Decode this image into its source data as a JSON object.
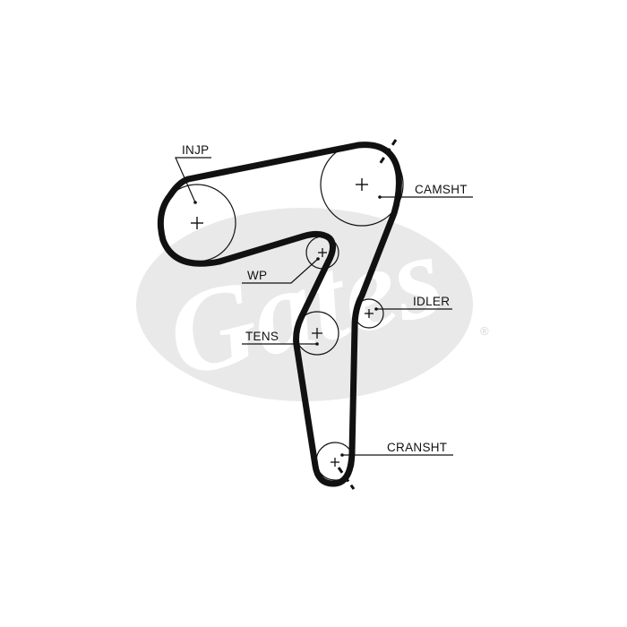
{
  "watermark": {
    "brand": "Gates",
    "registered": "®",
    "color": "#e6e6e6"
  },
  "pulleys": [
    {
      "id": "injp",
      "label": "INJP"
    },
    {
      "id": "camsht",
      "label": "CAMSHT"
    },
    {
      "id": "wp",
      "label": "WP"
    },
    {
      "id": "idler",
      "label": "IDLER"
    },
    {
      "id": "tens",
      "label": "TENS"
    },
    {
      "id": "cransht",
      "label": "CRANSHT"
    }
  ],
  "colors": {
    "belt": "#111111",
    "pulley": "#111111",
    "text": "#111111"
  }
}
